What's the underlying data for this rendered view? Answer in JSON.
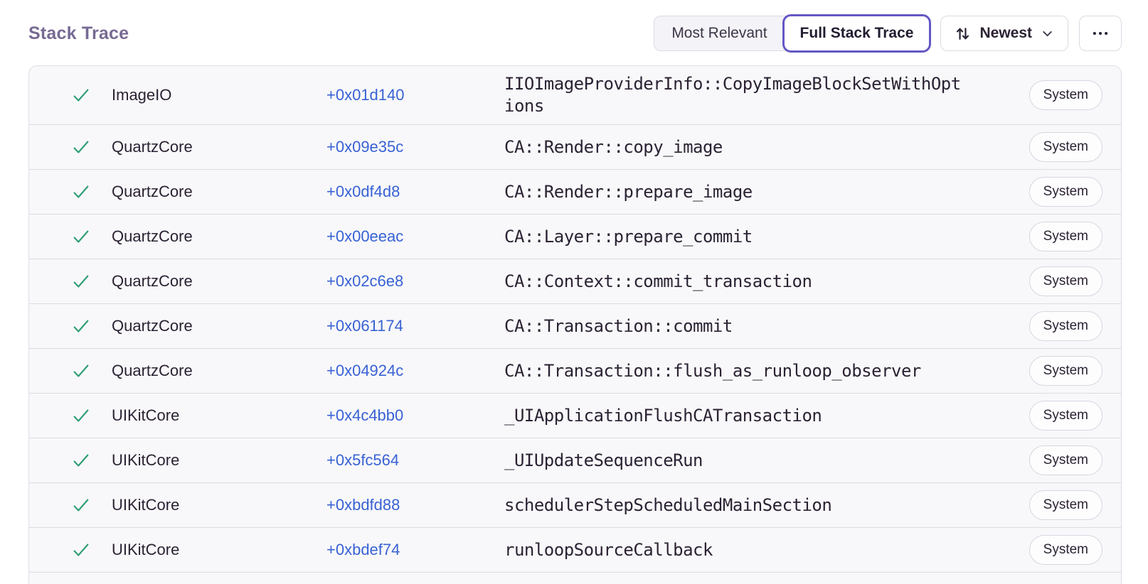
{
  "header": {
    "title": "Stack Trace"
  },
  "toolbar": {
    "view_toggle": [
      {
        "label": "Most Relevant",
        "active": false
      },
      {
        "label": "Full Stack Trace",
        "active": true
      }
    ],
    "sort": {
      "label": "Newest"
    }
  },
  "icons": {
    "frame_status": "checkmark-icon",
    "sort": "sort-arrows-icon",
    "sort_chevron": "chevron-down-icon",
    "overflow": "ellipsis-icon"
  },
  "colors": {
    "accent_purple": "#6458c5",
    "link_blue": "#3862d4",
    "check_green": "#2f9e73",
    "title_purple": "#776a93",
    "panel_bg": "#f8f8fa"
  },
  "frames": [
    {
      "module": "ImageIO",
      "address": "+0x01d140",
      "function": "IIOImageProviderInfo::CopyImageBlockSetWithOptions",
      "status": "System"
    },
    {
      "module": "QuartzCore",
      "address": "+0x09e35c",
      "function": "CA::Render::copy_image",
      "status": "System"
    },
    {
      "module": "QuartzCore",
      "address": "+0x0df4d8",
      "function": "CA::Render::prepare_image",
      "status": "System"
    },
    {
      "module": "QuartzCore",
      "address": "+0x00eeac",
      "function": "CA::Layer::prepare_commit",
      "status": "System"
    },
    {
      "module": "QuartzCore",
      "address": "+0x02c6e8",
      "function": "CA::Context::commit_transaction",
      "status": "System"
    },
    {
      "module": "QuartzCore",
      "address": "+0x061174",
      "function": "CA::Transaction::commit",
      "status": "System"
    },
    {
      "module": "QuartzCore",
      "address": "+0x04924c",
      "function": "CA::Transaction::flush_as_runloop_observer",
      "status": "System"
    },
    {
      "module": "UIKitCore",
      "address": "+0x4c4bb0",
      "function": "_UIApplicationFlushCATransaction",
      "status": "System"
    },
    {
      "module": "UIKitCore",
      "address": "+0x5fc564",
      "function": "_UIUpdateSequenceRun",
      "status": "System"
    },
    {
      "module": "UIKitCore",
      "address": "+0xbdfd88",
      "function": "schedulerStepScheduledMainSection",
      "status": "System"
    },
    {
      "module": "UIKitCore",
      "address": "+0xbdef74",
      "function": "runloopSourceCallback",
      "status": "System"
    }
  ]
}
